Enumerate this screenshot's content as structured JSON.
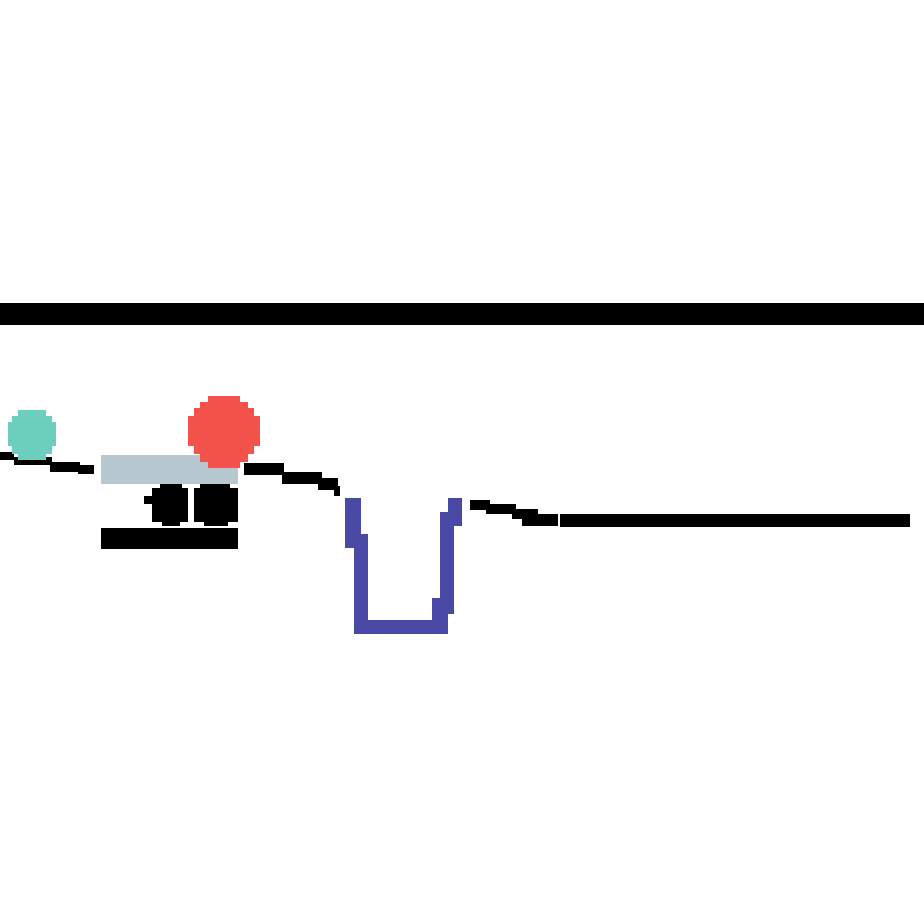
{
  "game": {
    "style": "pixel-art physics puzzle",
    "colors": {
      "background": "#ffffff",
      "ceiling_bar": "#000000",
      "terrain_line": "#000000",
      "teal_ball": "#6ccfbe",
      "red_ball": "#f4534b",
      "cart_body": "#b7c8d1",
      "cart_wheels": "#000000",
      "cart_base": "#000000",
      "cup": "#4a4aa6"
    },
    "objects": [
      "ceiling-bar",
      "teal-ball",
      "red-ball",
      "cart",
      "terrain-line",
      "goal-cup"
    ]
  }
}
